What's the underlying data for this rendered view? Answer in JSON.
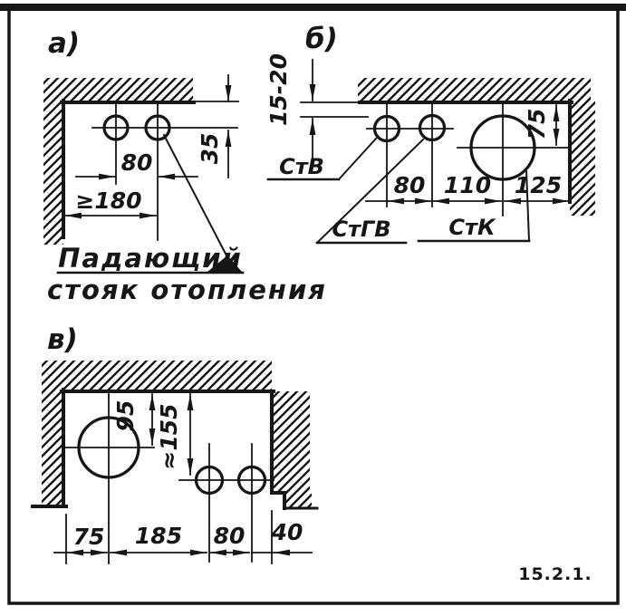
{
  "figure_number": "15.2.1.",
  "colors": {
    "ink": "#161616",
    "paper": "#ffffff"
  },
  "fig_a": {
    "label": "а)",
    "dims": {
      "pipe_spacing": "80",
      "from_wall": "≥180",
      "depth_from_wall": "35"
    },
    "caption_line1": "Падающий",
    "caption_line2": "стояк отопления"
  },
  "fig_b": {
    "label": "б)",
    "dims": {
      "clearance": "15-20",
      "spacing_1": "80",
      "spacing_2": "110",
      "to_wall": "125",
      "sewer_depth": "75"
    },
    "risers": {
      "cold_water": "СтВ",
      "hot_water": "СтГВ",
      "sewer": "СтК"
    }
  },
  "fig_v": {
    "label": "в)",
    "dims": {
      "sewer_depth": "95",
      "pipes_depth": "≈155",
      "wall_to_sewer": "75",
      "sewer_to_pipe": "185",
      "pipe_spacing": "80",
      "pipe_to_wall": "40"
    }
  }
}
